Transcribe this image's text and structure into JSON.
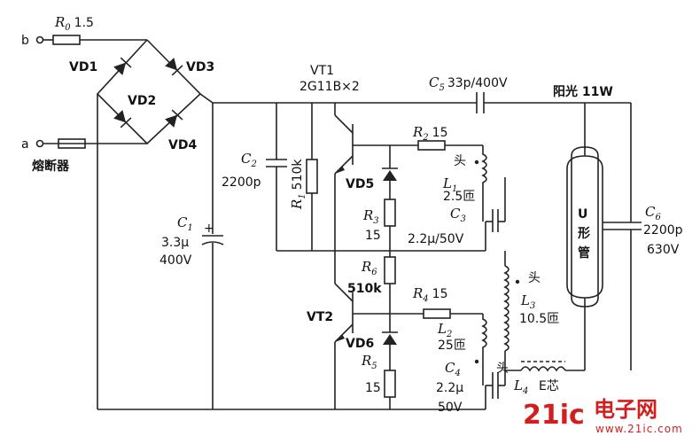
{
  "labels": {
    "r0": "R",
    "r0_sub": "0",
    "r0_val": "1.5",
    "b": "b",
    "a": "a",
    "vd1": "VD1",
    "vd2": "VD2",
    "vd3": "VD3",
    "vd4": "VD4",
    "fuse": "熔断器",
    "vt1": "VT1",
    "vt1_model": "2G11B×2",
    "c5": "C",
    "c5_sub": "5",
    "c5_val": "33p/400V",
    "lamp_title": "阳光 11W",
    "c2": "C",
    "c2_sub": "2",
    "c2_val": "2200p",
    "r1": "R",
    "r1_sub": "1",
    "r1_val": "510k",
    "vd5": "VD5",
    "r2": "R",
    "r2_sub": "2",
    "r2_val": "15",
    "head": "头",
    "l1": "L",
    "l1_sub": "1",
    "l1_val": "2.5匝",
    "c3": "C",
    "c3_sub": "3",
    "c3_val": "2.2μ/50V",
    "r3": "R",
    "r3_sub": "3",
    "r3_val": "15",
    "c1": "C",
    "c1_sub": "1",
    "c1_val1": "3.3μ",
    "c1_val2": "400V",
    "r6": "R",
    "r6_sub": "6",
    "r6_val": "510k",
    "r4": "R",
    "r4_sub": "4",
    "r4_val": "15",
    "l3": "L",
    "l3_sub": "3",
    "l3_val": "10.5匝",
    "vt2": "VT2",
    "vd6": "VD6",
    "l2": "L",
    "l2_sub": "2",
    "l2_val": "25匝",
    "c4": "C",
    "c4_sub": "4",
    "c4_val1": "2.2μ",
    "c4_val2": "50V",
    "r5": "R",
    "r5_sub": "5",
    "r5_val": "15",
    "l4": "L",
    "l4_sub": "4",
    "l4_val": "E芯",
    "tube_u": "U",
    "tube_2": "形",
    "tube_3": "管",
    "c6": "C",
    "c6_sub": "6",
    "c6_val1": "2200p",
    "c6_val2": "630V",
    "plus": "+"
  },
  "watermark": {
    "main": "21ic",
    "cn": "电子网",
    "url": "www.21ic.com"
  }
}
